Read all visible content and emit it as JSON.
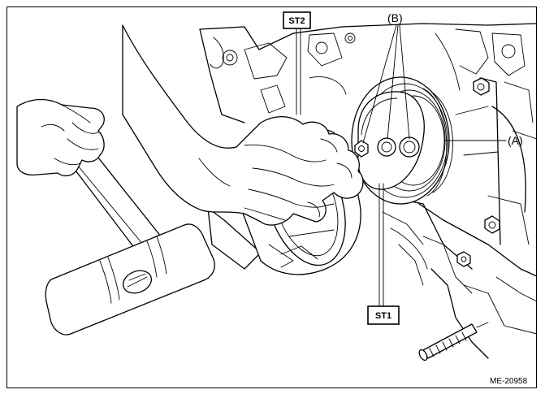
{
  "labels": {
    "st2": "ST2",
    "st1": "ST1",
    "callout_a": "(A)",
    "callout_b": "(B)",
    "figure_code": "ME-20958"
  }
}
